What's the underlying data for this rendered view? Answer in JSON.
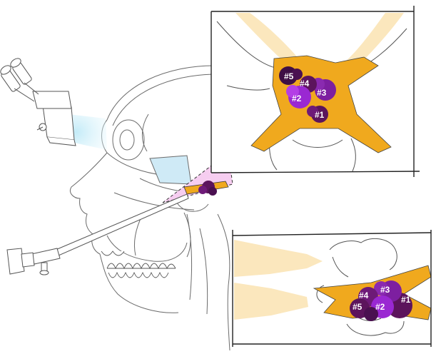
{
  "colors": {
    "bone": "#f0a91e",
    "bone_faded": "#fbe7bd",
    "tumor_dark": "#5c145c",
    "tumor_mid": "#7d1fa0",
    "tumor_bright": "#9a28d2",
    "scope_light": "#cfeffa",
    "view_cone": "#f6cdf0",
    "outline": "#555555"
  },
  "icons": {
    "microscope": "microscope-icon",
    "endoscope": "endoscope-icon"
  },
  "top_panel": {
    "labels": [
      {
        "id": "t5",
        "text": "#5"
      },
      {
        "id": "t4",
        "text": "#4"
      },
      {
        "id": "t3",
        "text": "#3"
      },
      {
        "id": "t2",
        "text": "#2"
      },
      {
        "id": "t1",
        "text": "#1"
      }
    ]
  },
  "bottom_panel": {
    "labels": [
      {
        "id": "b3",
        "text": "#3"
      },
      {
        "id": "b4",
        "text": "#4"
      },
      {
        "id": "b1",
        "text": "#1"
      },
      {
        "id": "b5",
        "text": "#5"
      },
      {
        "id": "b2",
        "text": "#2"
      }
    ]
  }
}
